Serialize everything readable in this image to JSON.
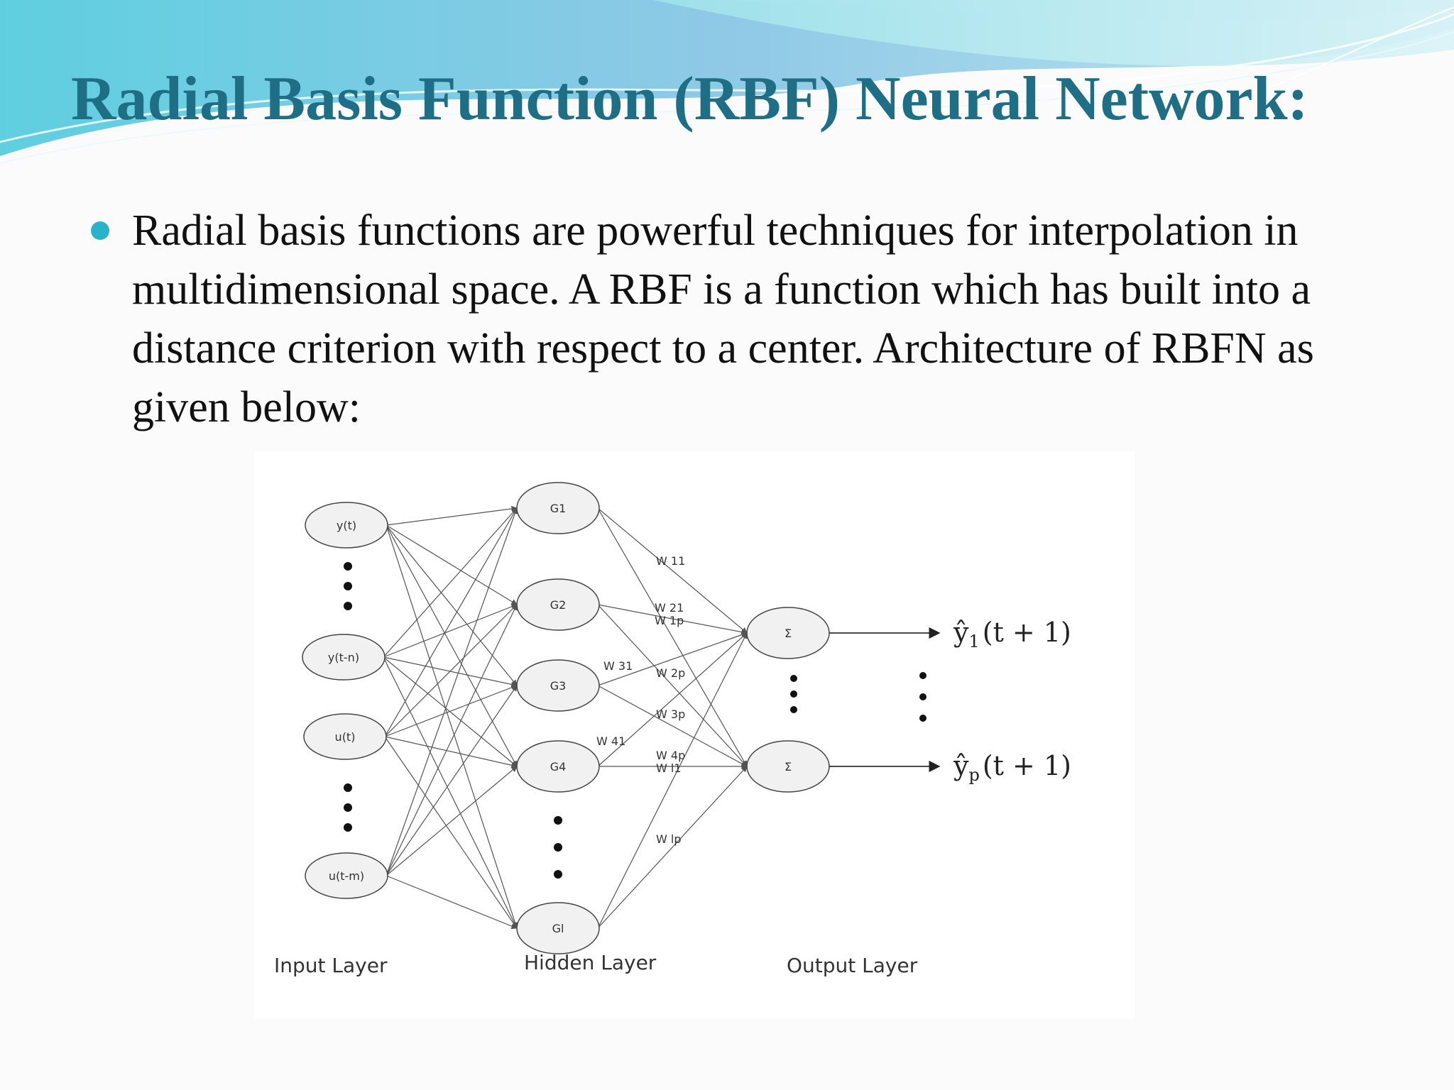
{
  "slide": {
    "title": "Radial Basis Function (RBF) Neural Network:",
    "bullet": "Radial basis functions are powerful techniques for interpolation in multidimensional space. A RBF is a function which has built into a distance criterion with respect to a center. Architecture of RBFN as given below:",
    "accent_color": "#1e6f86",
    "bullet_color": "#27b3c9"
  },
  "diagram": {
    "input_nodes": [
      "y(t)",
      "y(t-n)",
      "u(t)",
      "u(t-m)"
    ],
    "hidden_nodes": [
      "G1",
      "G2",
      "G3",
      "G4",
      "Gl"
    ],
    "output_nodes": [
      "Σ",
      "Σ"
    ],
    "weights": [
      "W 11",
      "W 21",
      "W 1p",
      "W 31",
      "W 2p",
      "W 3p",
      "W 41",
      "W 4p",
      "W l1",
      "W lp"
    ],
    "outputs": [
      {
        "base": "ŷ",
        "sub": "1",
        "arg": "(t + 1)"
      },
      {
        "base": "ŷ",
        "sub": "p",
        "arg": "(t + 1)"
      }
    ],
    "layers": [
      "Input Layer",
      "Hidden Layer",
      "Output Layer"
    ]
  }
}
